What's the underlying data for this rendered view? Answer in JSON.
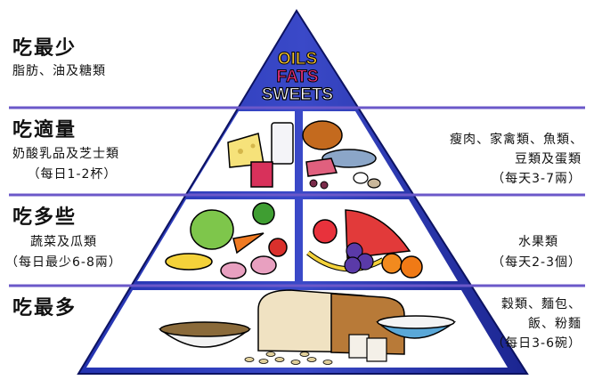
{
  "tiers": [
    {
      "heading": "吃最少",
      "foods": "脂肪、油及糖類",
      "serving": ""
    },
    {
      "heading": "吃適量",
      "left_foods": "奶酸乳品及芝士類",
      "left_serving": "（每日1-2杯）",
      "right_foods_1": "瘦肉、家禽類、魚類、",
      "right_foods_2": "豆類及蛋類",
      "right_serving": "（每天3-7兩）"
    },
    {
      "heading": "吃多些",
      "left_foods": "蔬菜及瓜類",
      "left_serving": "（每日最少6-8兩）",
      "right_foods": "水果類",
      "right_serving": "（每天2-3個）"
    },
    {
      "heading": "吃最多",
      "foods_1": "穀類、麵包、",
      "foods_2": "飯、粉麵",
      "serving": "（每日3-6碗）"
    }
  ],
  "apex_words": [
    "OILS",
    "FATS",
    "SWEETS"
  ],
  "colors": {
    "pyramid": "#1e2a9e",
    "pyramid_light": "#3b4ac7",
    "divider": "#6b58c9",
    "oils": "#f2c230",
    "fats": "#e8327a",
    "sweets": "#ffffff"
  }
}
